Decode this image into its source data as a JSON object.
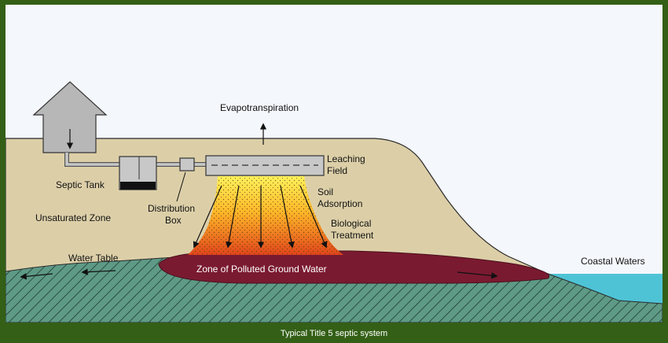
{
  "labels": {
    "evapotranspiration": "Evapotranspiration",
    "leaching_field_1": "Leaching",
    "leaching_field_2": "Field",
    "septic_tank": "Septic Tank",
    "distribution_box_1": "Distribution",
    "distribution_box_2": "Box",
    "unsaturated_zone": "Unsaturated Zone",
    "soil_adsorption_1": "Soil",
    "soil_adsorption_2": "Adsorption",
    "biological_treatment_1": "Biological",
    "biological_treatment_2": "Treatment",
    "water_table": "Water Table",
    "polluted_zone": "Zone of Polluted Ground Water",
    "coastal_waters": "Coastal Waters"
  },
  "caption": "Typical Title 5 septic system",
  "colors": {
    "frame": "#335f16",
    "sky": "#f4f7fb",
    "soil": "#dccfa8",
    "groundwater": "#5e9a86",
    "polluted": "#7a1a30",
    "sea": "#4ec3d6",
    "house": "#b7b7b7",
    "plume_top": "#ffe338",
    "plume_bottom": "#e2501c"
  }
}
